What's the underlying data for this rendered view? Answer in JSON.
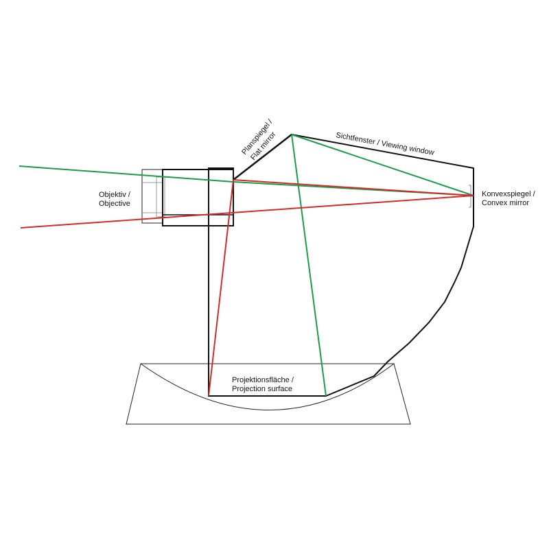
{
  "labels": {
    "flat_mirror_line1": "Planspiegel /",
    "flat_mirror_line2": "Flat mirror",
    "viewing_window": "Sichtfenster / Viewing window",
    "objective_line1": "Objektiv /",
    "objective_line2": "Objective",
    "convex_mirror_line1": "Konvexspiegel /",
    "convex_mirror_line2": "Convex mirror",
    "projection_line1": "Projektionsfläche /",
    "projection_line2": "Projection surface"
  },
  "colors": {
    "outline": "#111111",
    "ray_green": "#1a9c4a",
    "ray_red": "#d42a2a"
  }
}
